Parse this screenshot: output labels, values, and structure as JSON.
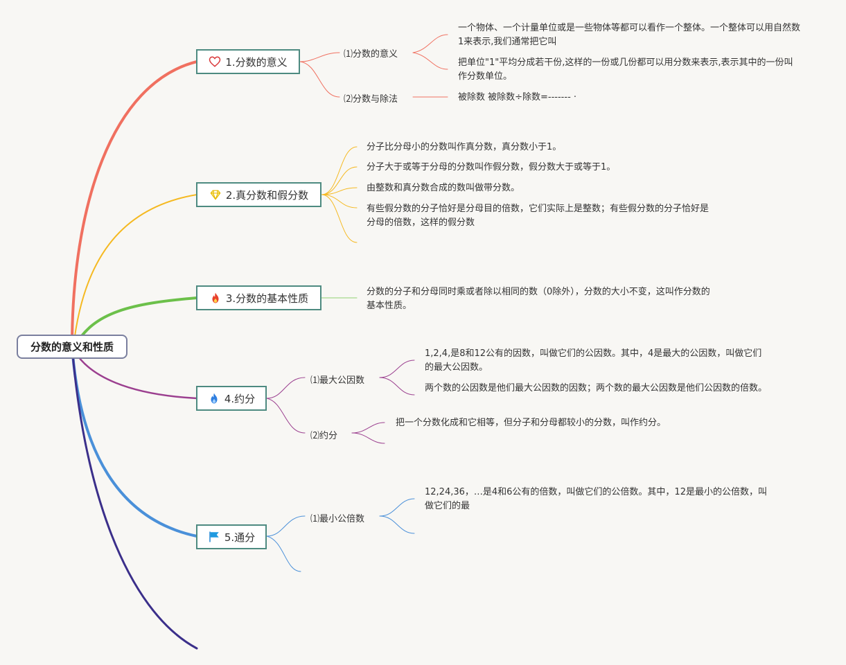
{
  "root": {
    "label": "分数的意义和性质"
  },
  "branches": [
    {
      "label": "1.分数的意义",
      "icon": "heart-icon",
      "color": "#f07060",
      "subs": [
        {
          "label": "⑴分数的意义",
          "leaves": [
            "一个物体、一个计量单位或是一些物体等都可以看作一个整体。一个整体可以用自然数1来表示,我们通常把它叫",
            "把单位\"1\"平均分成若干份,这样的一份或几份都可以用分数来表示,表示其中的一份叫作分数单位。"
          ]
        },
        {
          "label": "⑵分数与除法",
          "leaves": [
            "被除数 被除数÷除数=------- ·"
          ]
        }
      ]
    },
    {
      "label": "2.真分数和假分数",
      "icon": "diamond-icon",
      "color": "#f5b921",
      "leaves": [
        "分子比分母小的分数叫作真分数，真分数小于1。",
        "分子大于或等于分母的分数叫作假分数，假分数大于或等于1。",
        "由整数和真分数合成的数叫做带分数。",
        "有些假分数的分子恰好是分母目的倍数，它们实际上是整数；有些假分数的分子恰好是分母的倍数，这样的假分数"
      ]
    },
    {
      "label": "3.分数的基本性质",
      "icon": "fire-icon",
      "color": "#6cc04a",
      "leaves": [
        "分数的分子和分母同时乘或者除以相同的数（0除外），分数的大小不变，这叫作分数的基本性质。"
      ]
    },
    {
      "label": "4.约分",
      "icon": "flame-blue-icon",
      "color": "#9b3f8f",
      "subs": [
        {
          "label": "⑴最大公因数",
          "leaves": [
            "1,2,4,是8和12公有的因数，叫做它们的公因数。其中，4是最大的公因数，叫做它们的最大公因数。",
            "两个数的公因数是他们最大公因数的因数；两个数的最大公因数是他们公因数的倍数。"
          ]
        },
        {
          "label": "⑵约分",
          "leaves": [
            "把一个分数化成和它相等，但分子和分母都较小的分数，叫作约分。"
          ]
        }
      ]
    },
    {
      "label": "5.通分",
      "icon": "flag-icon",
      "color": "#4a90d9",
      "subs": [
        {
          "label": "⑴最小公倍数",
          "leaves": [
            "12,24,36，…是4和6公有的倍数，叫做它们的公倍数。其中，12是最小的公倍数，叫做它们的最"
          ]
        }
      ]
    }
  ],
  "extra_branch_color": "#3b2f8a"
}
